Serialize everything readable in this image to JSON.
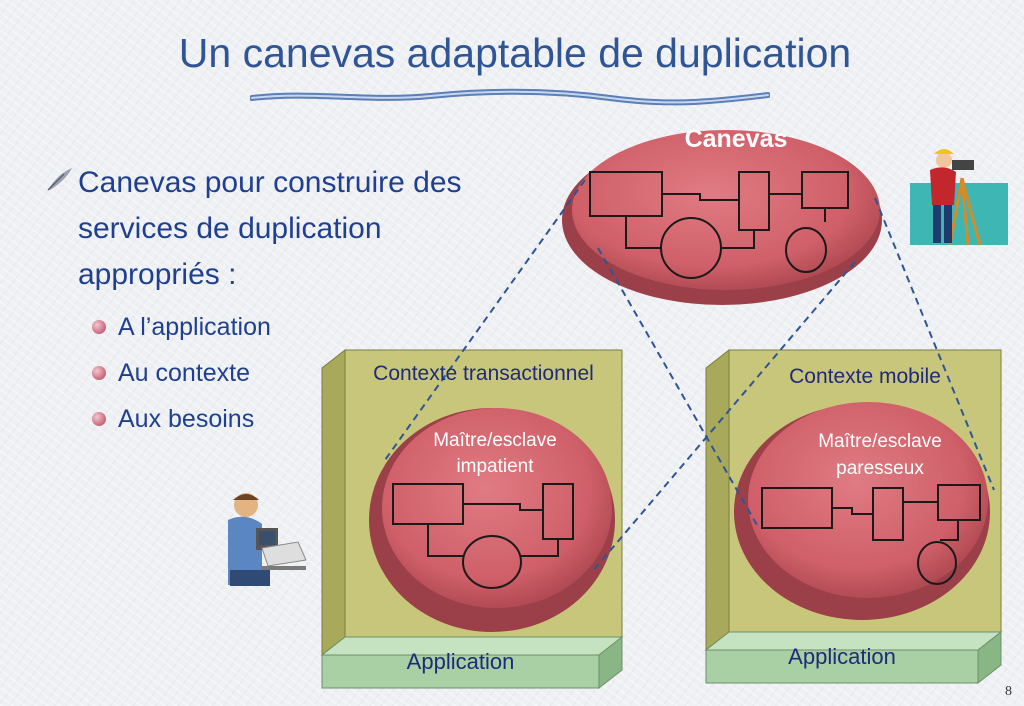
{
  "slide": {
    "title": "Un canevas adaptable de duplication",
    "page_number": "8"
  },
  "bullets": {
    "main": "Canevas pour construire des services de duplication appropriés :",
    "items": [
      {
        "label": "A l’application"
      },
      {
        "label": "Au contexte"
      },
      {
        "label": "Aux besoins"
      }
    ]
  },
  "diagram": {
    "canevas_label": "Canevas",
    "left_box": {
      "context_label": "Contexte transactionnel",
      "oval_label_line1": "Maître/esclave",
      "oval_label_line2": "impatient",
      "base_label": "Application"
    },
    "right_box": {
      "context_label": "Contexte mobile",
      "oval_label_line1": "Maître/esclave",
      "oval_label_line2": "paresseux",
      "base_label": "Application"
    }
  },
  "icons": [
    "surveyor-clipart",
    "office-worker-clipart",
    "quill-bullet-icon",
    "pink-dot-bullet-icon"
  ],
  "colors": {
    "title": "#2f5597",
    "text": "#1f3f8f",
    "oval": "#d2646c",
    "box": "#c8c67a",
    "base": "#a8d0a4"
  }
}
